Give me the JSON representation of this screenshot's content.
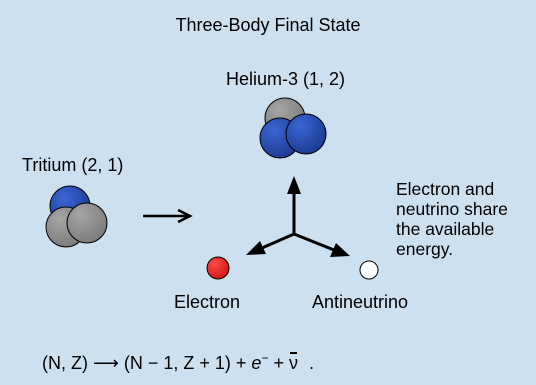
{
  "title": "Three-Body Final State",
  "nuclei": {
    "tritium": {
      "label": "Tritium (2, 1)",
      "protons": 1,
      "neutrons": 2
    },
    "helium3": {
      "label": "Helium-3 (1, 2)",
      "protons": 2,
      "neutrons": 1
    }
  },
  "particles": {
    "electron": {
      "label": "Electron",
      "color": "#e02020"
    },
    "antineutrino": {
      "label": "Antineutrino",
      "color": "#ffffff"
    }
  },
  "note": {
    "lines": [
      "Electron and",
      "neutrino share",
      "the available",
      "energy."
    ]
  },
  "equation": {
    "lhs": "(N, Z)",
    "arrow": "⟶",
    "rhs": "(N − 1, Z + 1)",
    "plus1": "+",
    "e_base": "e",
    "e_sup": "−",
    "plus2": "+",
    "nu": "ν",
    "end": "."
  },
  "colors": {
    "background": "#cde0f0",
    "proton": "#1e3f96",
    "neutron": "#8c8c8c",
    "arrow": "#000000"
  }
}
